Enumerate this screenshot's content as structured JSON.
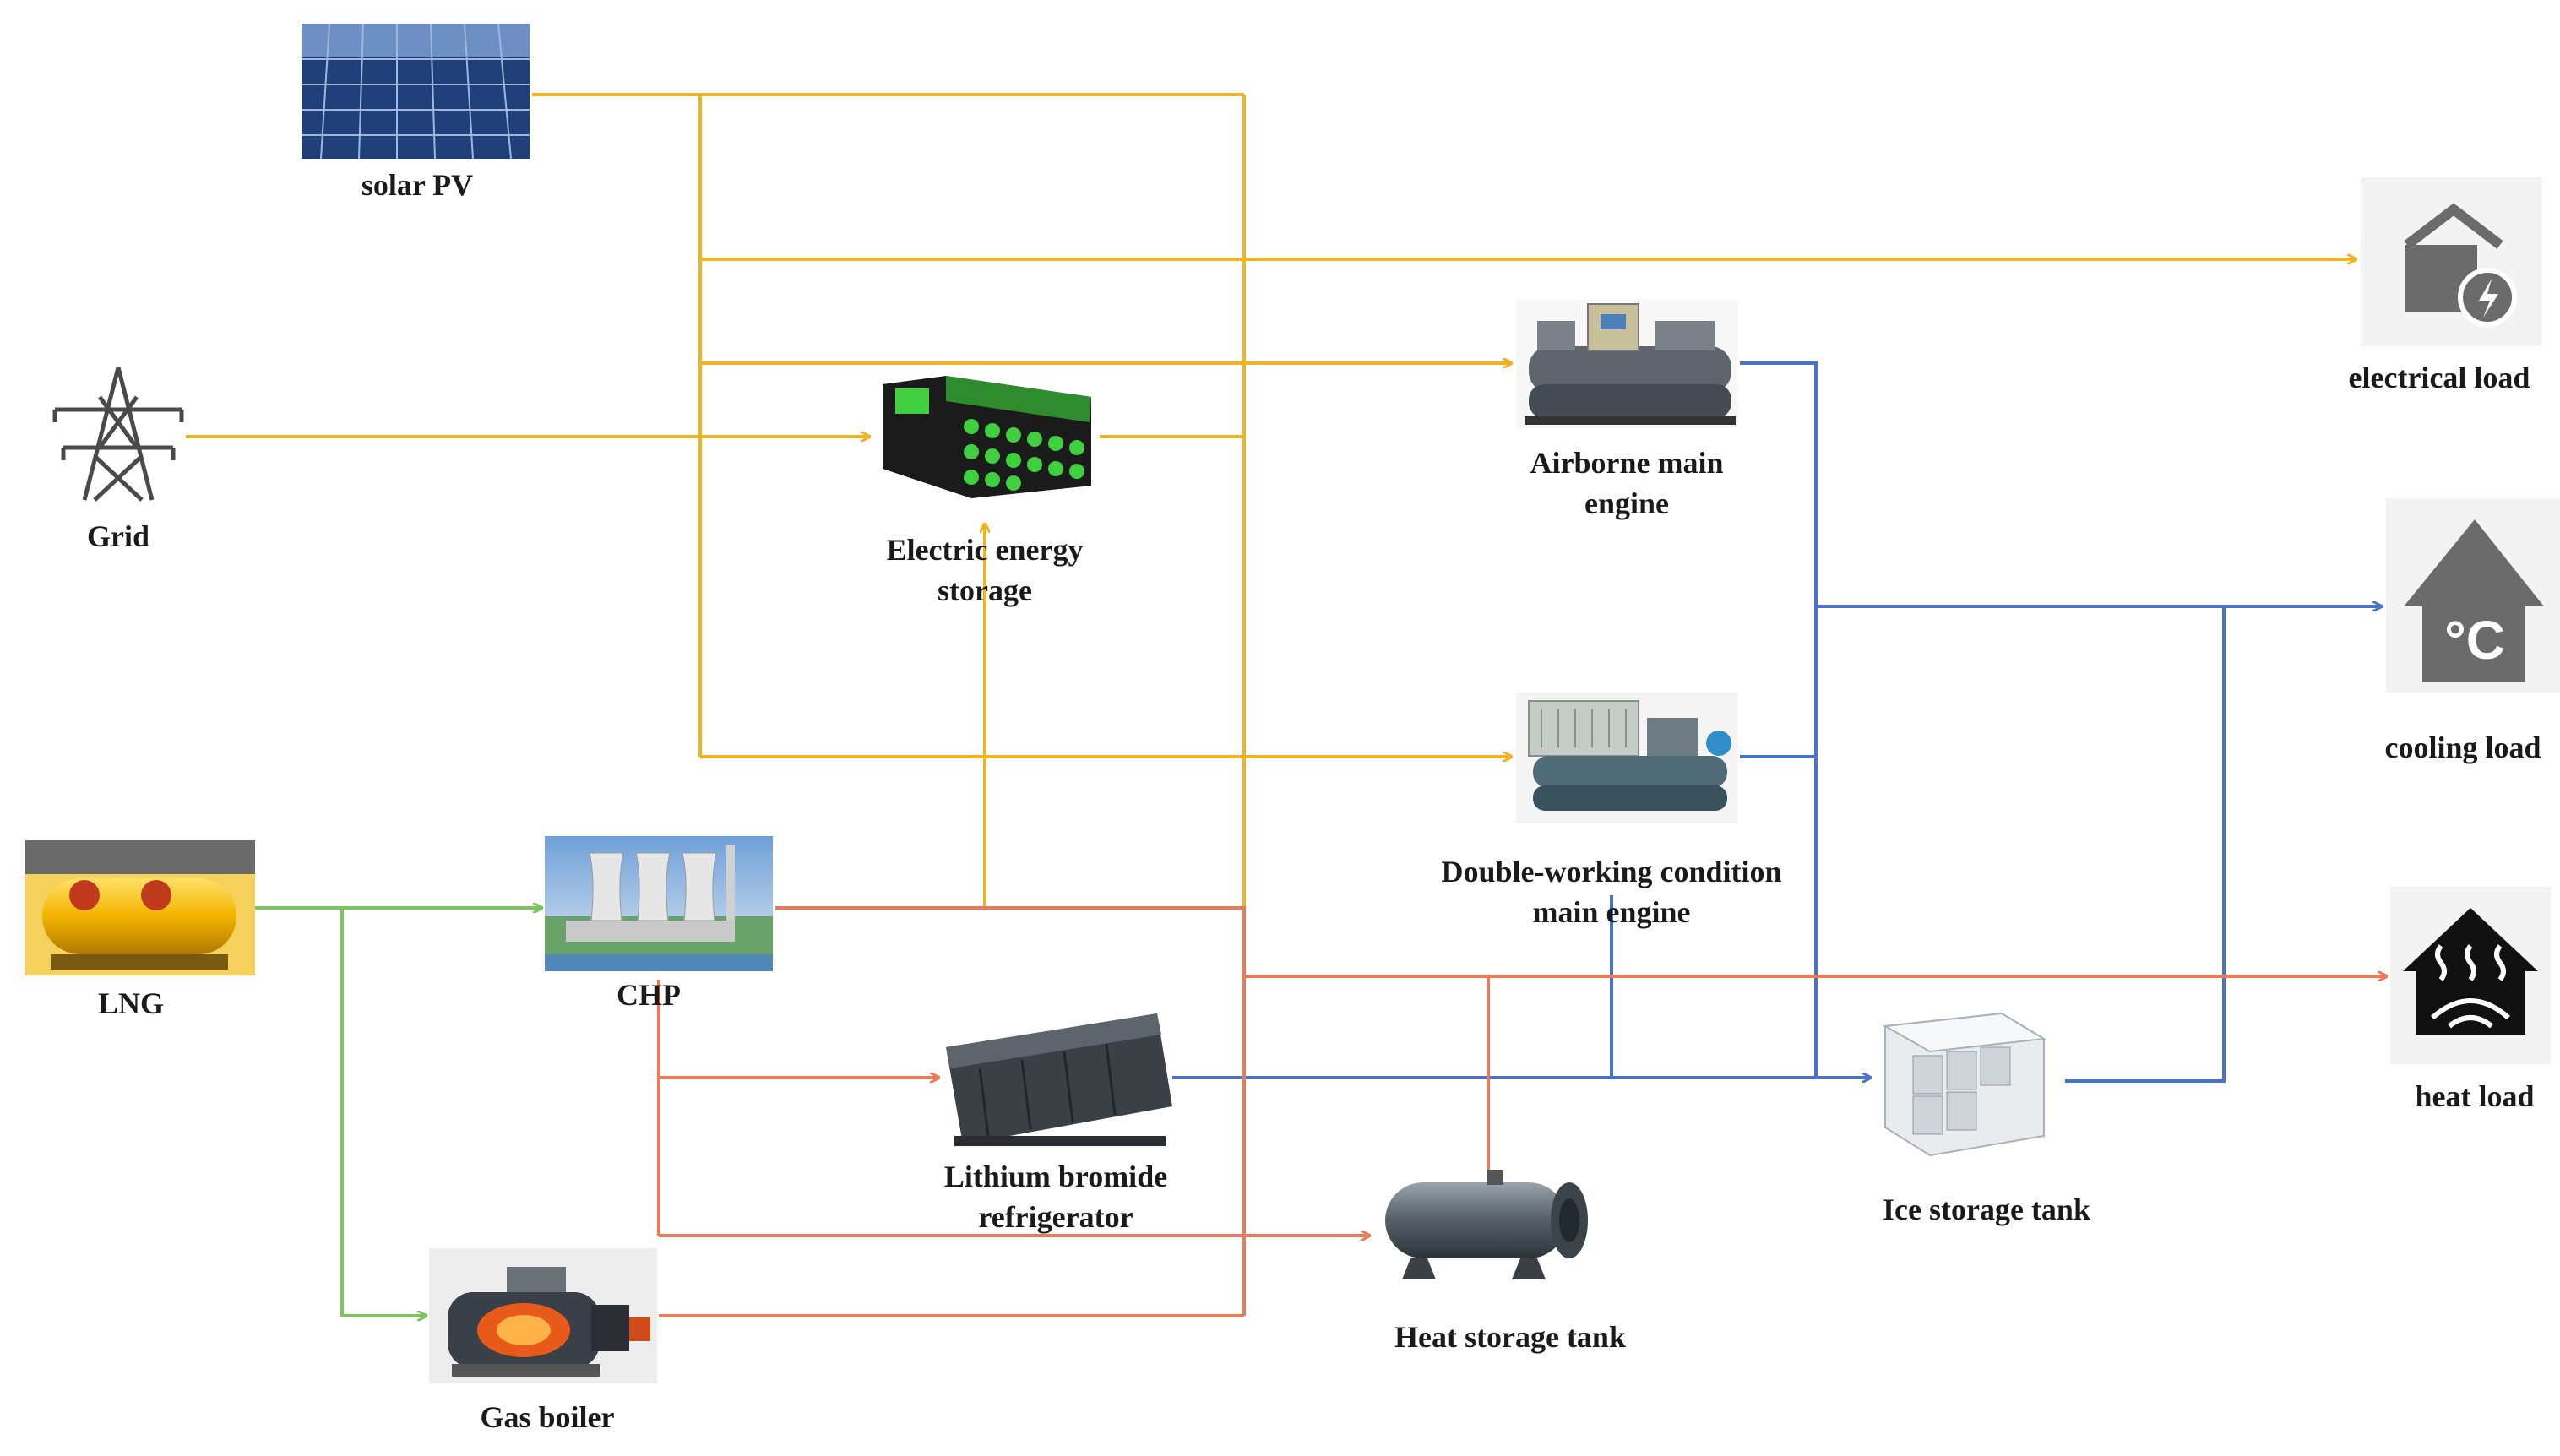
{
  "colors": {
    "electric_flow": "#f2b322",
    "cooling_flow": "#4a72c9",
    "heat_flow": "#ec7a58",
    "gas_flow": "#7ec45a",
    "icon_gray": "#6b6b6b"
  },
  "nodes": {
    "solar_pv": {
      "label": "solar PV",
      "icon": "solar-panel-icon"
    },
    "grid": {
      "label": "Grid",
      "icon": "transmission-tower-icon"
    },
    "lng": {
      "label": "LNG",
      "icon": "lng-tank-icon"
    },
    "electric_storage": {
      "label_line1": "Electric energy",
      "label_line2": "storage",
      "icon": "battery-pack-icon"
    },
    "chp": {
      "label": "CHP",
      "icon": "power-plant-icon"
    },
    "gas_boiler": {
      "label": "Gas boiler",
      "icon": "boiler-icon"
    },
    "libr_refrigerator": {
      "label_line1": "Lithium bromide",
      "label_line2": "refrigerator",
      "icon": "absorption-chiller-icon"
    },
    "airborne_engine": {
      "label_line1": "Airborne main",
      "label_line2": "engine",
      "icon": "chiller-unit-icon"
    },
    "double_engine": {
      "label_line1": "Double-working condition",
      "label_line2": "main engine",
      "icon": "dual-chiller-icon"
    },
    "heat_storage": {
      "label": "Heat storage tank",
      "icon": "heat-tank-icon"
    },
    "ice_storage": {
      "label": "Ice storage tank",
      "icon": "ice-tank-icon"
    },
    "electrical_load": {
      "label": "electrical load",
      "icon": "house-lightning-icon"
    },
    "cooling_load": {
      "label": "cooling load",
      "icon": "house-celsius-icon"
    },
    "heat_load": {
      "label": "heat load",
      "icon": "house-heat-icon"
    }
  }
}
